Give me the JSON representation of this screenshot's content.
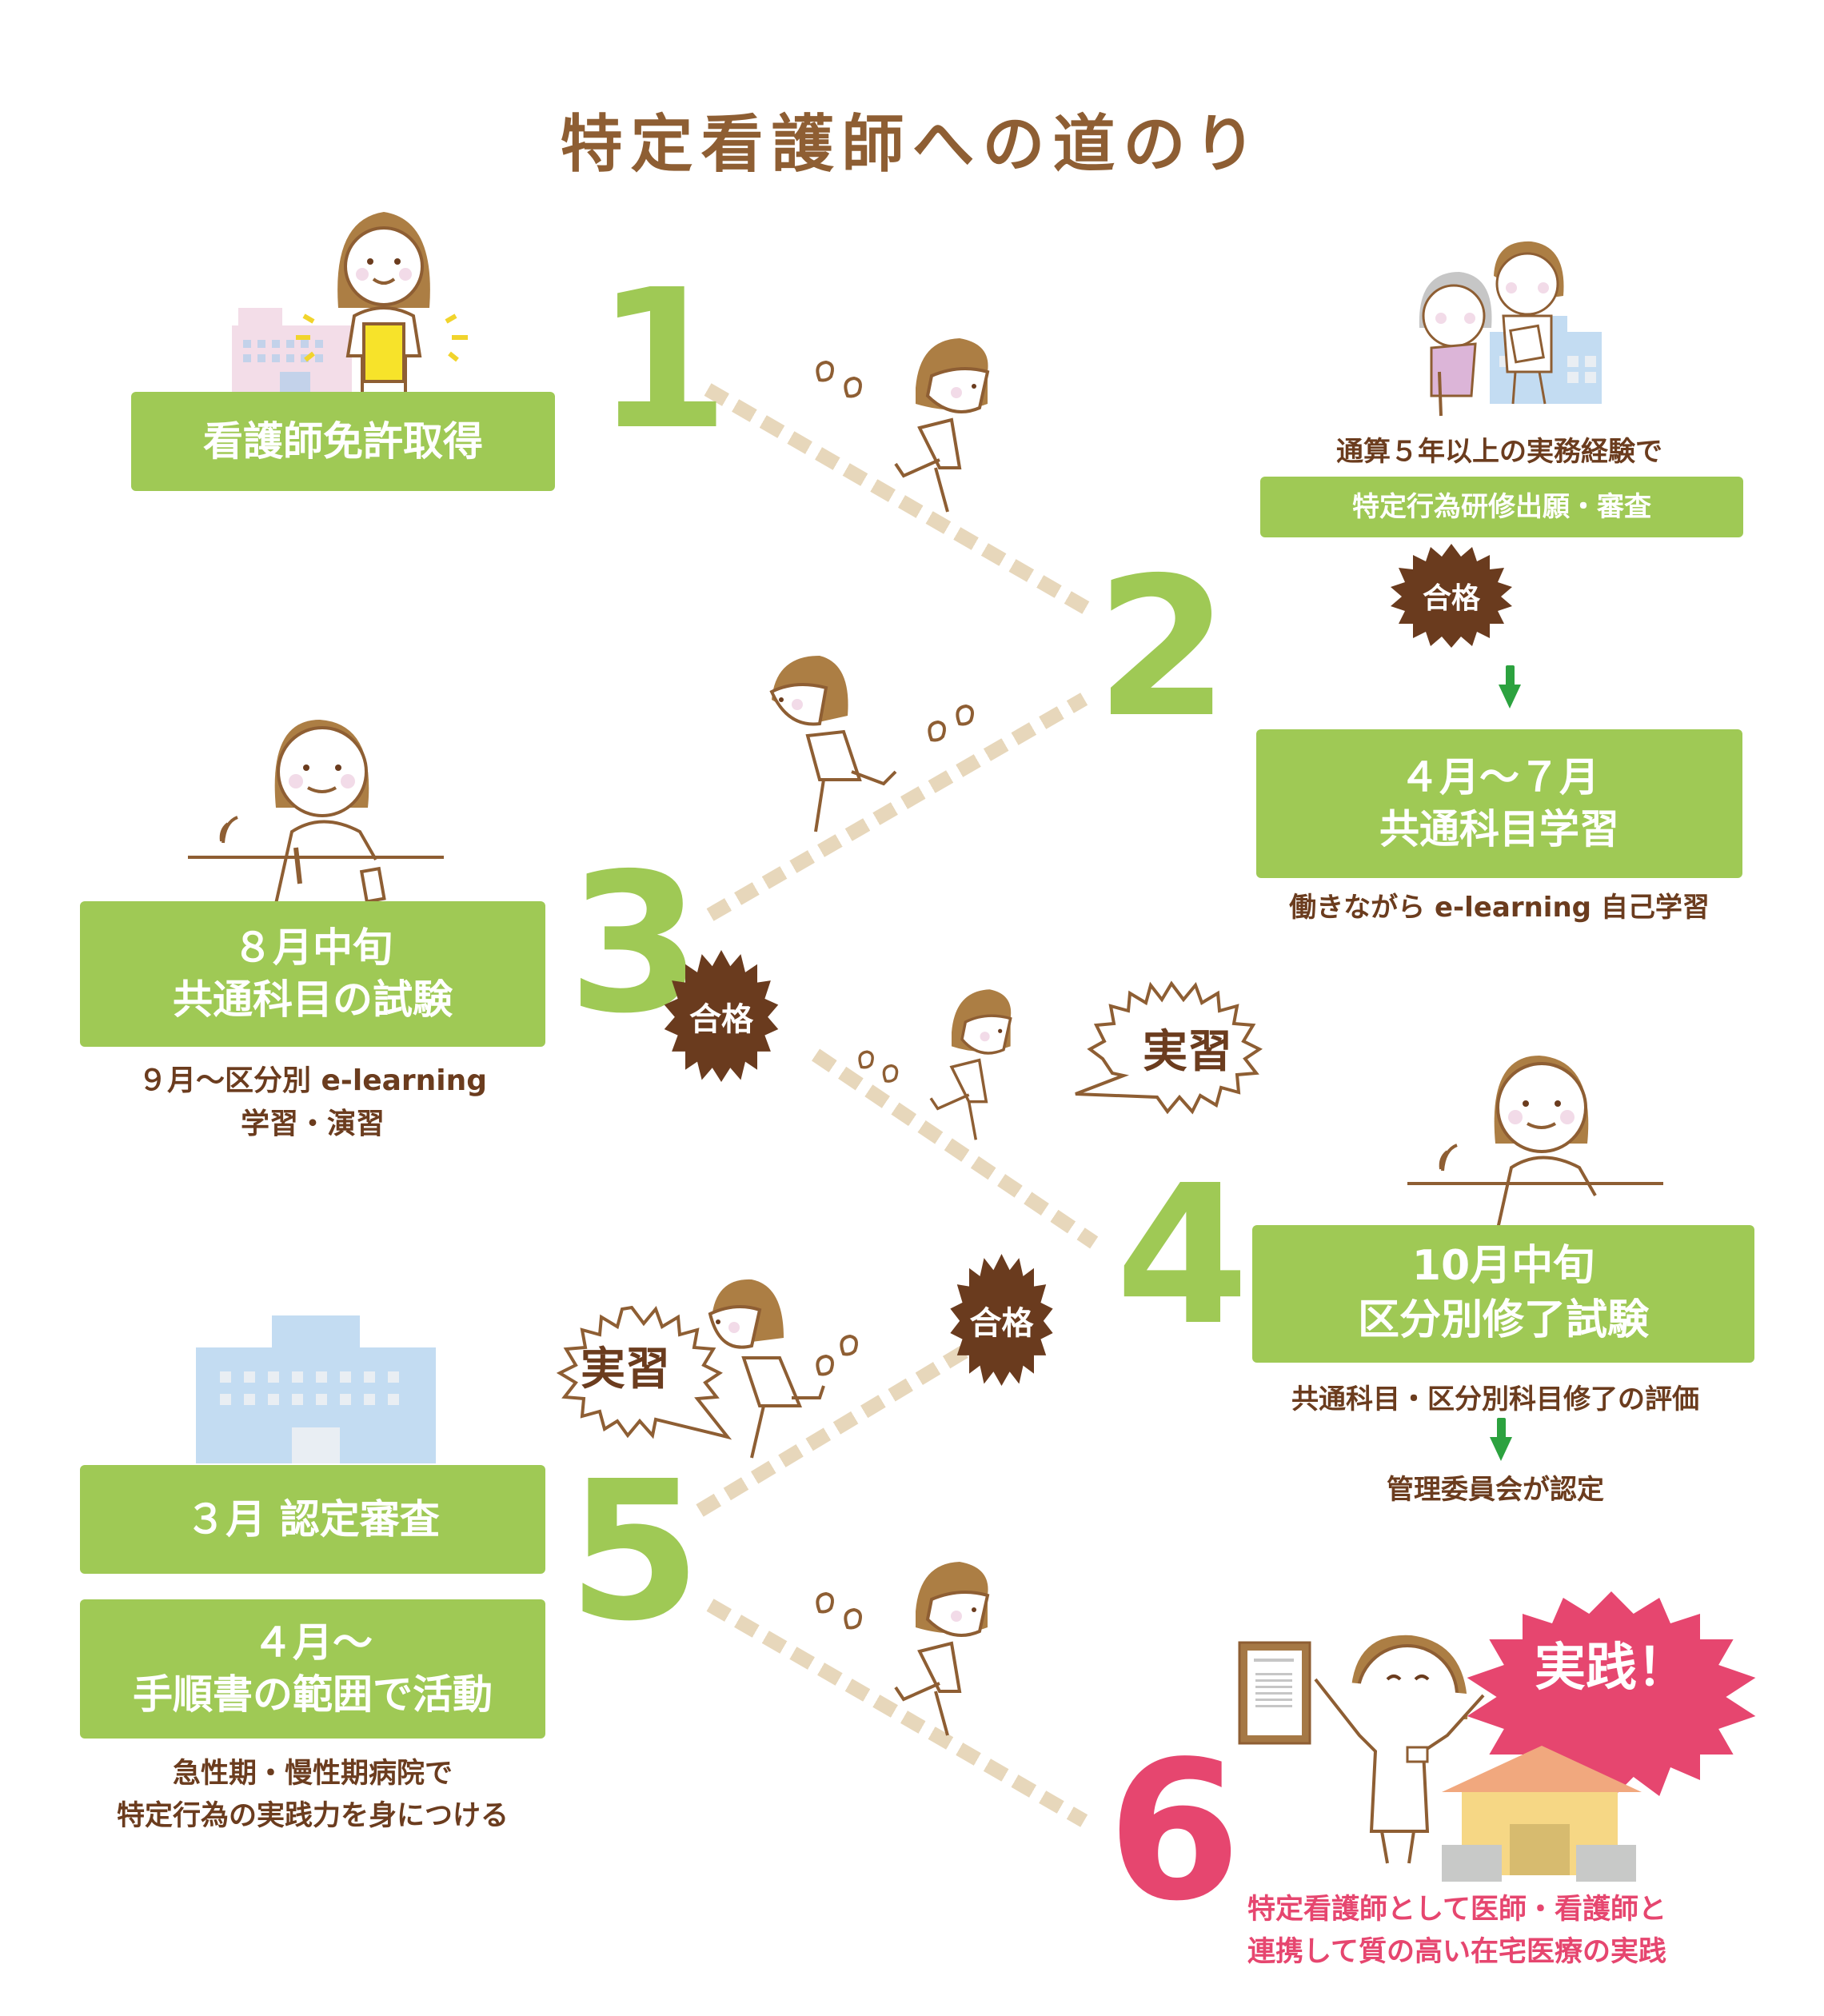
{
  "title": "特定看護師への道のり",
  "colors": {
    "title": "#8e5e33",
    "green_box": "#9fc955",
    "step_number": "#9fc955",
    "step_number_final": "#e6466f",
    "text_brown": "#6b3c1e",
    "badge_brown": "#6a3b1e",
    "arrow_green": "#2ca23f",
    "dash": "#e7d7bb",
    "pink": "#e6466f",
    "hair": "#ac7e44"
  },
  "steps": [
    {
      "number": "1",
      "box_lines": [
        "看護師免許取得"
      ]
    },
    {
      "number": "2",
      "pre_note": "通算５年以上の実務経験で",
      "box_lines": [
        "特定行為研修出願・審査"
      ],
      "badge": "合格",
      "box2_lines": [
        "４月〜７月",
        "共通科目学習"
      ],
      "post_note": "働きながら e-learning 自己学習"
    },
    {
      "number": "3",
      "box_lines": [
        "８月中旬",
        "共通科目の試験"
      ],
      "post_note_lines": [
        "９月〜区分別 e-learning",
        "学習・演習"
      ]
    },
    {
      "number": "4",
      "box_lines": [
        "10月中旬",
        "区分別修了試験"
      ],
      "post_note": "共通科目・区分別科目修了の評価",
      "after_arrow_note": "管理委員会が認定"
    },
    {
      "number": "5",
      "box_lines": [
        "３月 認定審査"
      ],
      "box2_lines": [
        "４月〜",
        "手順書の範囲で活動"
      ],
      "post_note_lines": [
        "急性期・慢性期病院で",
        "特定行為の実践力を身につける"
      ]
    },
    {
      "number": "6",
      "burst": "実践！",
      "post_note_lines": [
        "特定看護師として医師・看護師と",
        "連携して質の高い在宅医療の実践"
      ]
    }
  ],
  "path_badges": [
    {
      "label": "合格",
      "between": "3-4"
    },
    {
      "label": "合格",
      "between": "4-5"
    }
  ],
  "speech_bubbles": [
    {
      "label": "実習",
      "between": "3-4"
    },
    {
      "label": "実習",
      "between": "4-5"
    }
  ]
}
